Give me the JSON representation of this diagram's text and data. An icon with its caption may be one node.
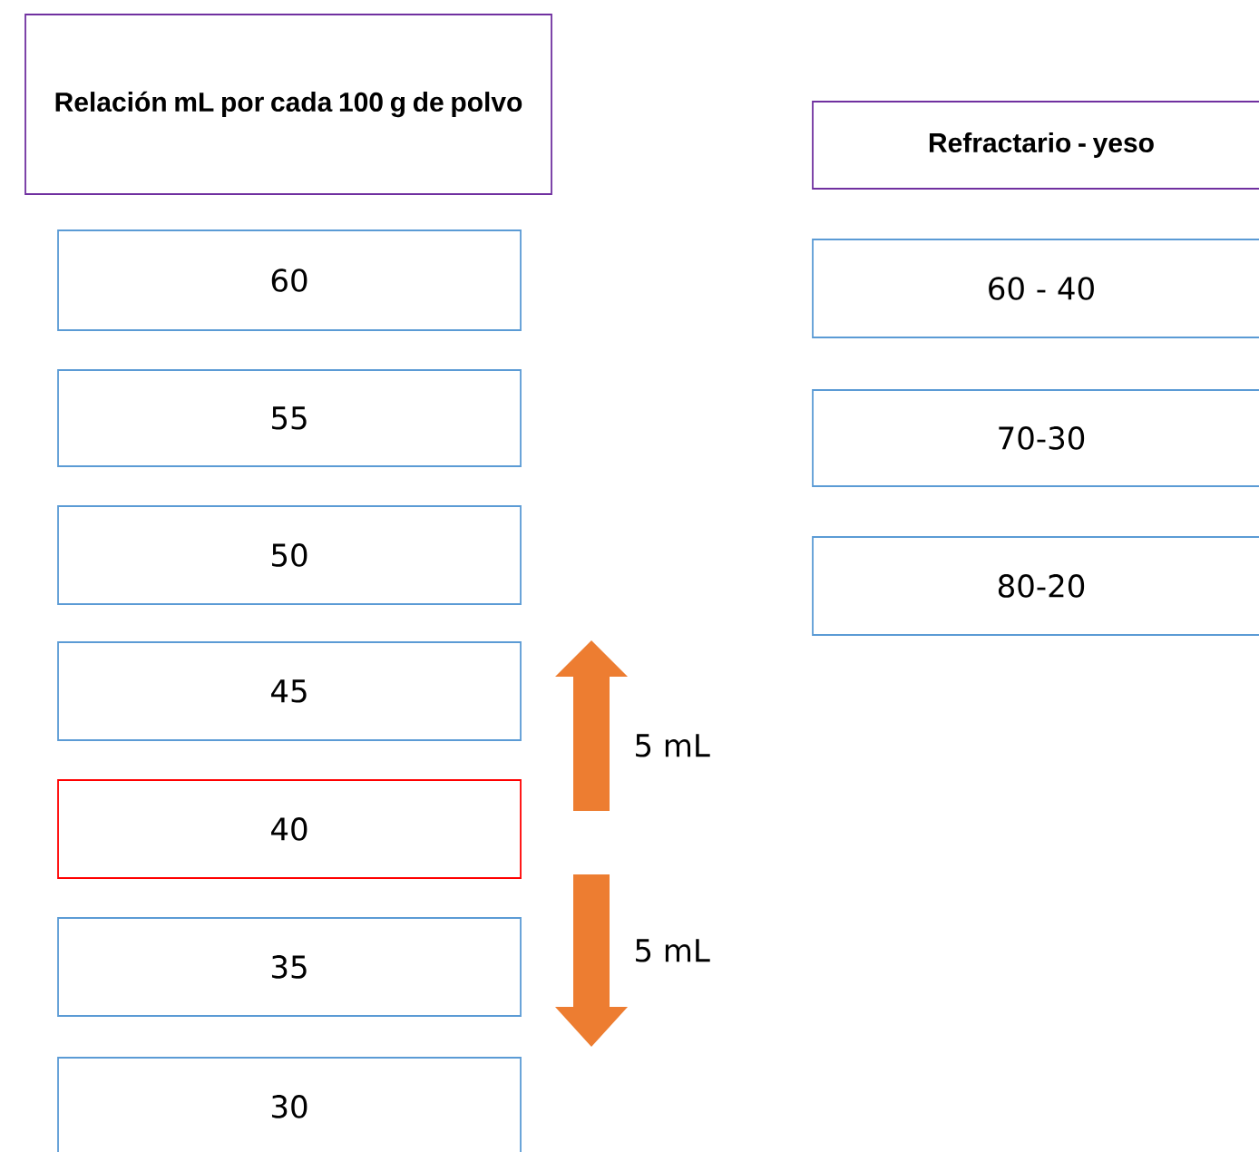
{
  "diagram": {
    "nodes": [
      {
        "text": [
          "Relación mL por cada 100 g de polvo"
        ]
      },
      {
        "text": [
          "60"
        ]
      },
      {
        "text": [
          "55"
        ]
      },
      {
        "text": [
          "50"
        ]
      },
      {
        "text": [
          "45"
        ]
      },
      {
        "text": [
          "40"
        ]
      },
      {
        "text": [
          "35"
        ]
      },
      {
        "text": [
          "30"
        ]
      },
      {
        "text": [
          "Refractario - yeso"
        ]
      },
      {
        "text": [
          "60 - 40"
        ]
      },
      {
        "text": [
          "70-30"
        ]
      },
      {
        "text": [
          "80-20"
        ]
      }
    ],
    "labels": [
      "5 mL",
      "5 mL"
    ]
  }
}
